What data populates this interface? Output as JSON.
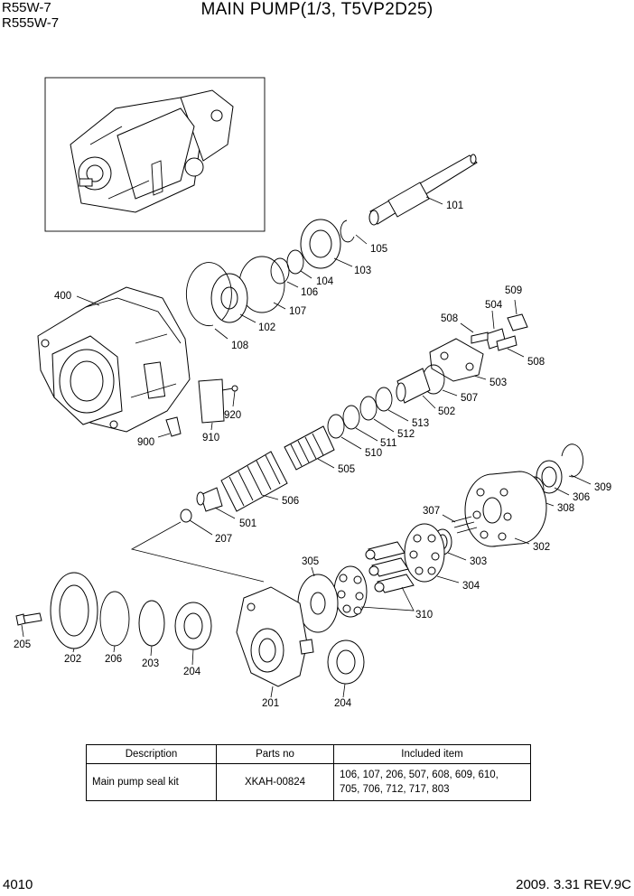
{
  "header": {
    "model_1": "R55W-7",
    "model_2": "R555W-7",
    "title": "MAIN PUMP(1/3, T5VP2D25)"
  },
  "callouts": {
    "c101": "101",
    "c105": "105",
    "c103": "103",
    "c104": "104",
    "c106": "106",
    "c107": "107",
    "c102": "102",
    "c108": "108",
    "c400": "400",
    "c920": "920",
    "c910": "910",
    "c900": "900",
    "c509": "509",
    "c508a": "508",
    "c504": "504",
    "c508b": "508",
    "c503": "503",
    "c507": "507",
    "c502": "502",
    "c513": "513",
    "c512": "512",
    "c511": "511",
    "c510": "510",
    "c505": "505",
    "c506": "506",
    "c501": "501",
    "c207": "207",
    "c309": "309",
    "c306": "306",
    "c308": "308",
    "c307": "307",
    "c302": "302",
    "c303": "303",
    "c305": "305",
    "c304": "304",
    "c310": "310",
    "c205": "205",
    "c202": "202",
    "c206": "206",
    "c203": "203",
    "c204a": "204",
    "c201": "201",
    "c204b": "204"
  },
  "kit_table": {
    "headers": [
      "Description",
      "Parts no",
      "Included item"
    ],
    "row": {
      "description": "Main pump seal kit",
      "parts_no": "XKAH-00824",
      "included_line1": "106, 107, 206, 507, 608, 609, 610,",
      "included_line2": "705, 706, 712, 717, 803"
    }
  },
  "footer": {
    "page": "4010",
    "revision": "2009. 3.31  REV.9C"
  }
}
